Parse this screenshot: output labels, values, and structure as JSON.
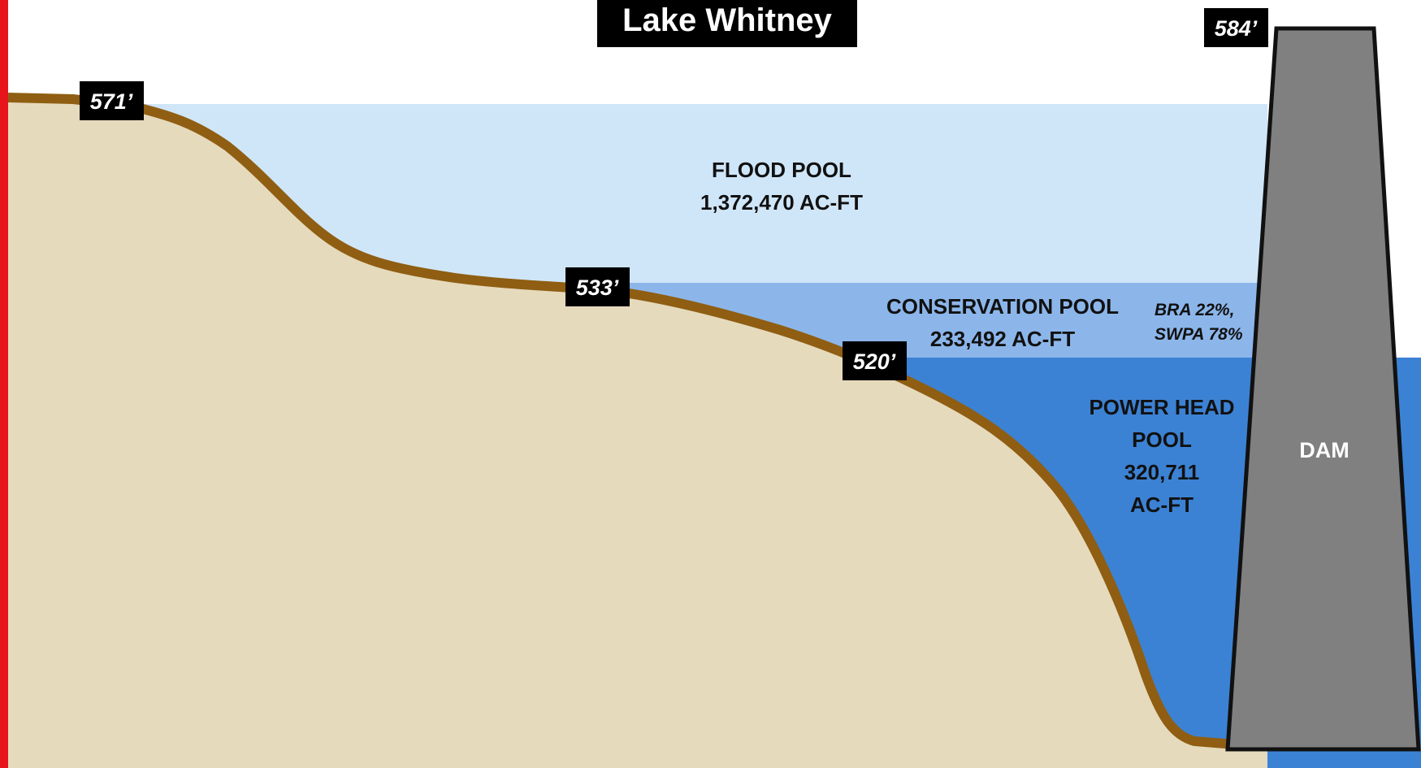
{
  "title": "Lake Whitney",
  "elevations": {
    "top_of_dam": "584’",
    "flood_pool_top": "571’",
    "conservation_pool_top": "533’",
    "power_head_pool_top": "520’"
  },
  "pools": {
    "flood": {
      "line1": "FLOOD POOL",
      "line2": "1,372,470 AC-FT"
    },
    "conservation": {
      "line1": "CONSERVATION POOL",
      "line2": "233,492 AC-FT",
      "share_line1": "BRA 22%,",
      "share_line2": "SWPA 78%"
    },
    "power_head": {
      "line1": "POWER HEAD",
      "line2": "POOL",
      "line3": "320,711",
      "line4": "AC-FT"
    }
  },
  "dam": {
    "label": "DAM"
  },
  "colors": {
    "flood_pool": "#cfe6f8",
    "conservation_pool": "#8cb6ea",
    "power_head_pool": "#3c82d4",
    "ground": "#e6dabd",
    "shoreline": "#8f5e12",
    "dam": "#808080",
    "left_border": "#e8141b"
  }
}
